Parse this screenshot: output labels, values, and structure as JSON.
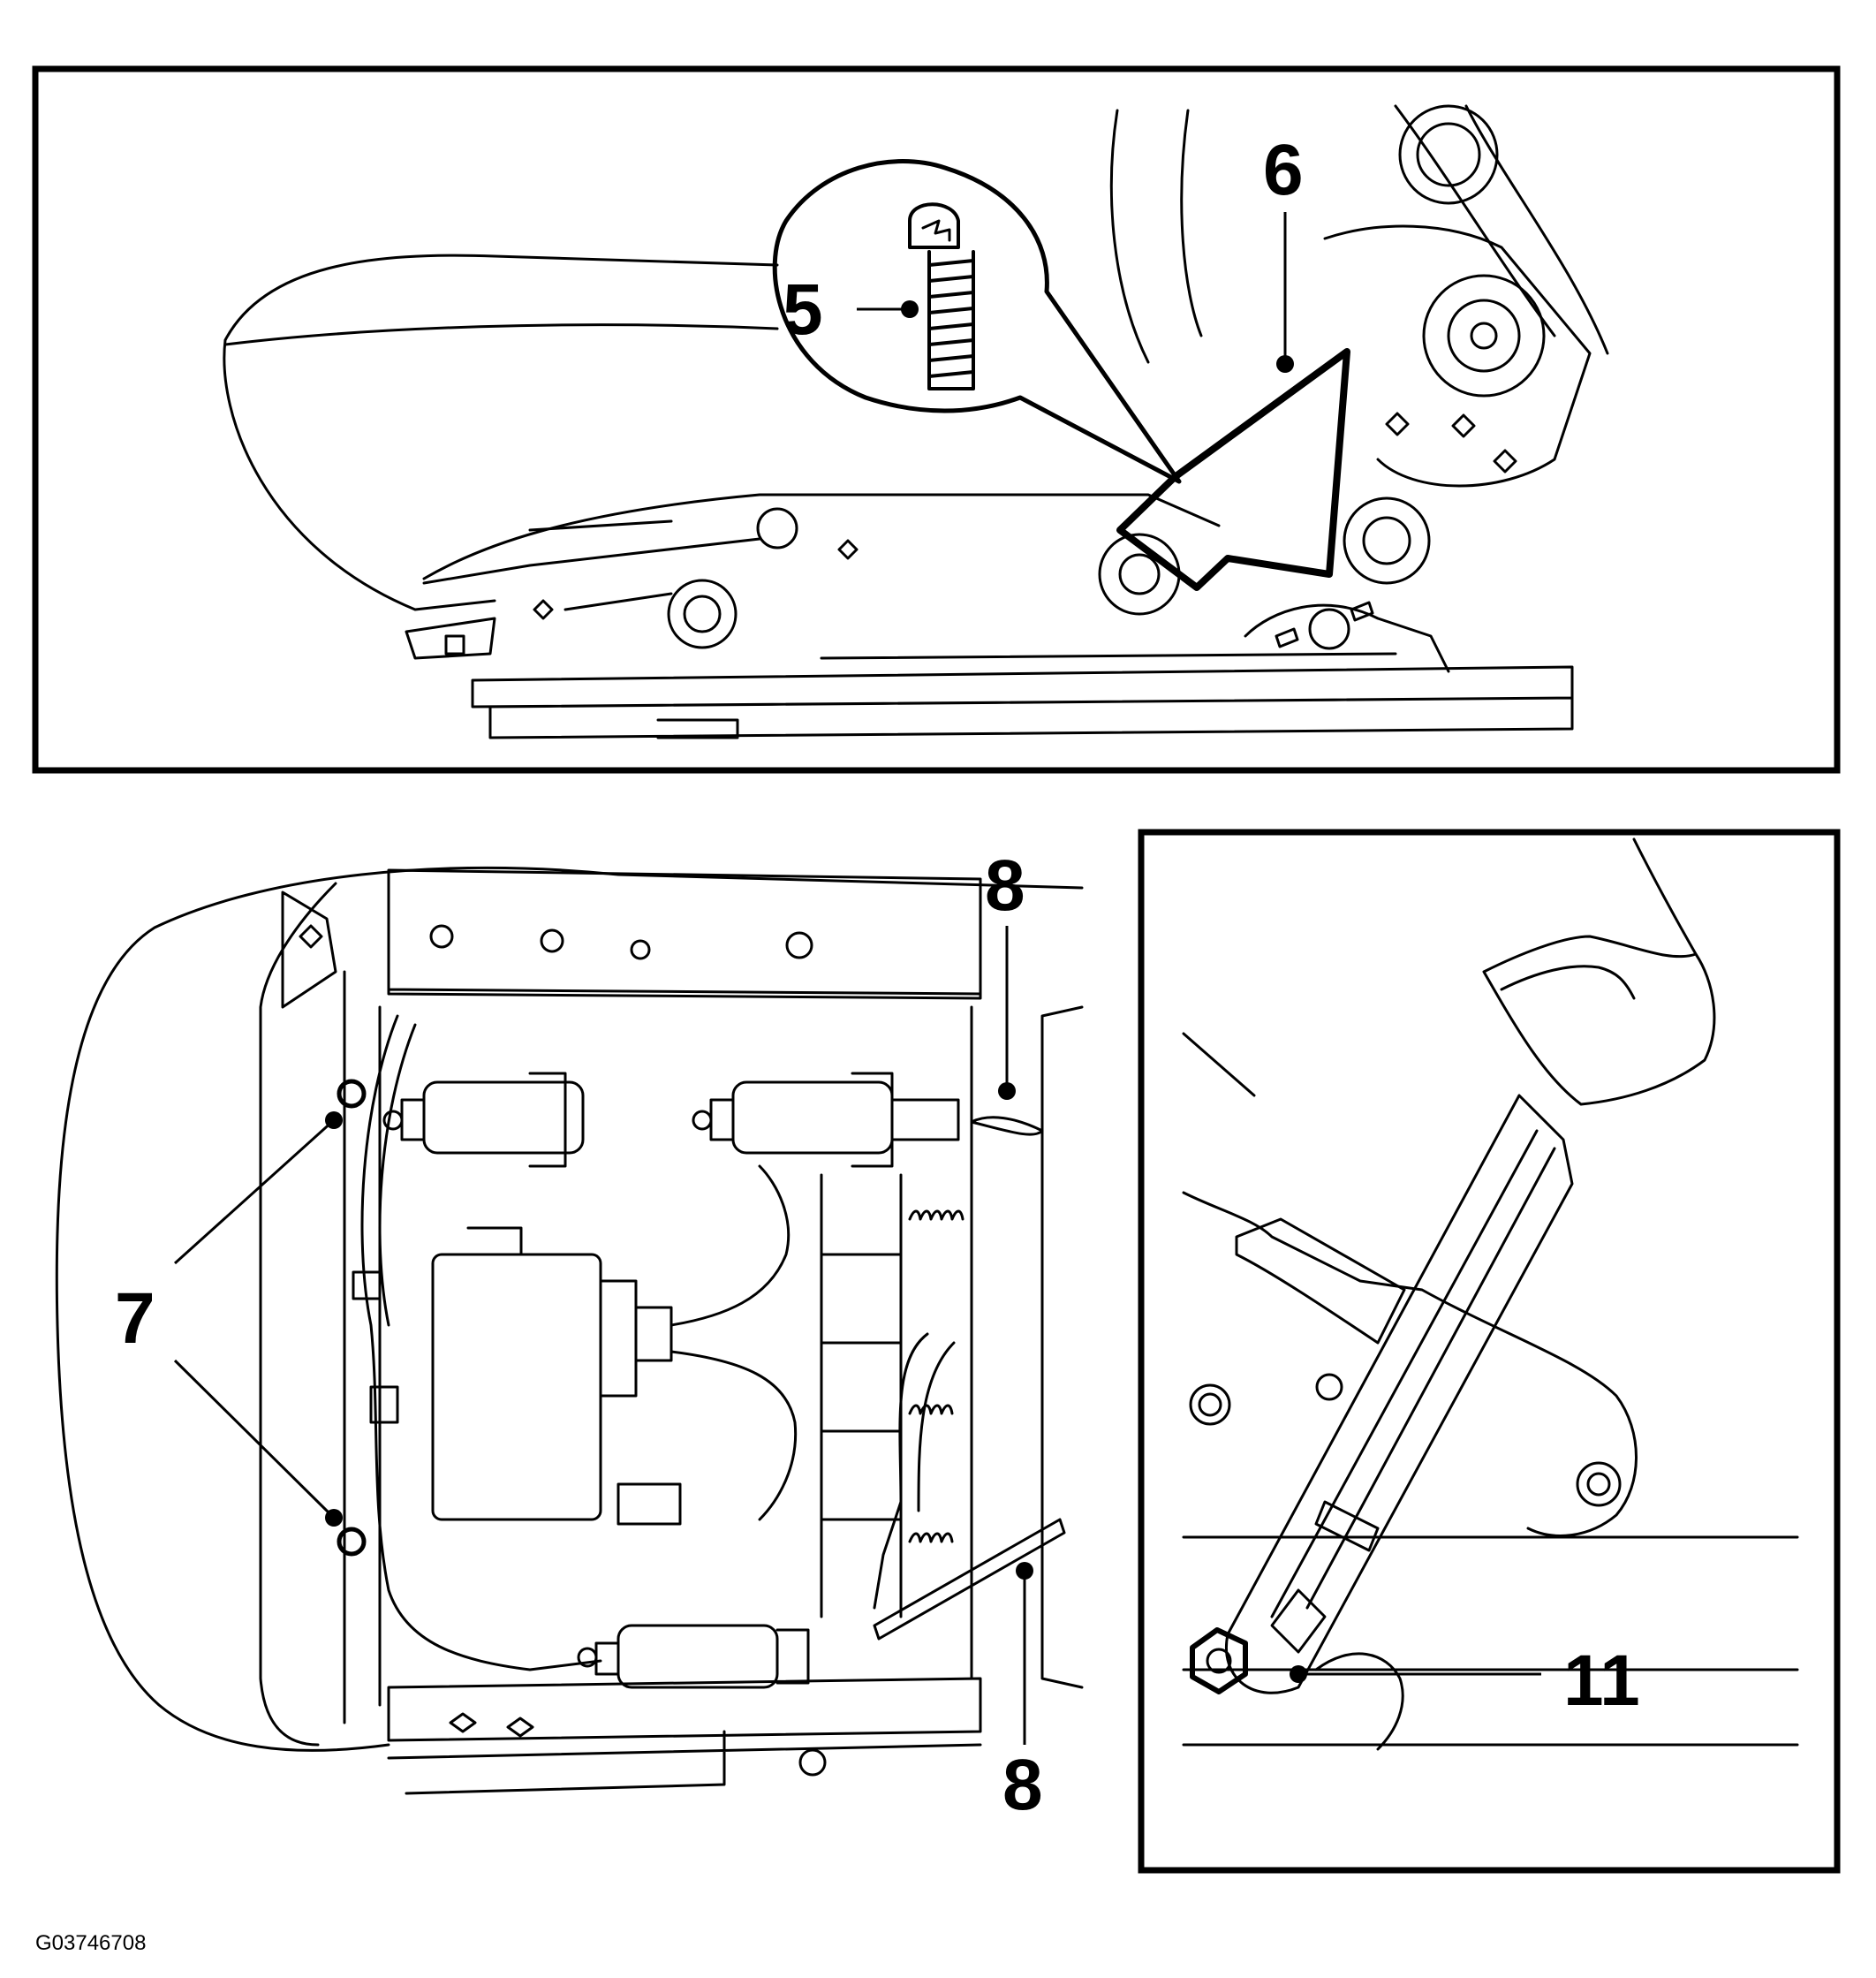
{
  "figure": {
    "id": "G03746708",
    "callouts": {
      "c5": "5",
      "c6": "6",
      "c7": "7",
      "c8a": "8",
      "c8b": "8",
      "c11": "11"
    }
  }
}
